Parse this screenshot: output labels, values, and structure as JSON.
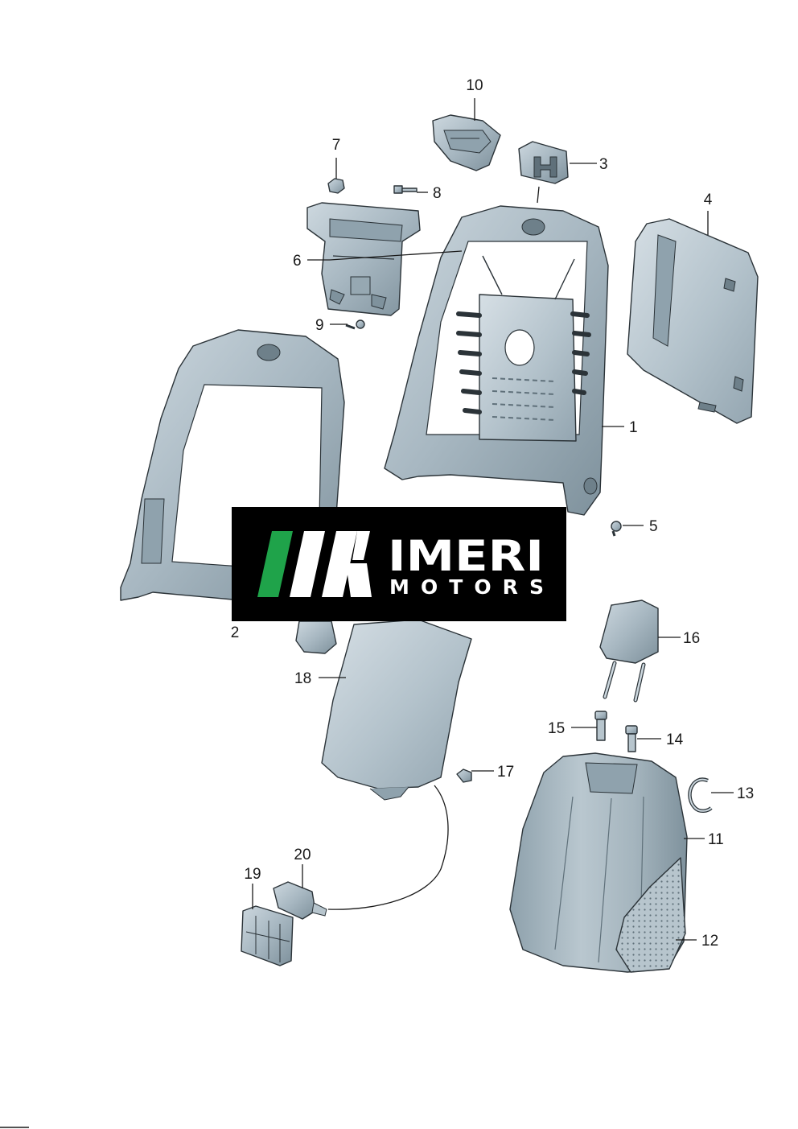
{
  "diagram": {
    "parts": [
      {
        "id": "1",
        "label": "1"
      },
      {
        "id": "2",
        "label": "2"
      },
      {
        "id": "3",
        "label": "3"
      },
      {
        "id": "4",
        "label": "4"
      },
      {
        "id": "5",
        "label": "5"
      },
      {
        "id": "6",
        "label": "6"
      },
      {
        "id": "7",
        "label": "7"
      },
      {
        "id": "8",
        "label": "8"
      },
      {
        "id": "9",
        "label": "9"
      },
      {
        "id": "10",
        "label": "10"
      },
      {
        "id": "11",
        "label": "11"
      },
      {
        "id": "12",
        "label": "12"
      },
      {
        "id": "13",
        "label": "13"
      },
      {
        "id": "14",
        "label": "14"
      },
      {
        "id": "15",
        "label": "15"
      },
      {
        "id": "16",
        "label": "16"
      },
      {
        "id": "17",
        "label": "17"
      },
      {
        "id": "18",
        "label": "18"
      },
      {
        "id": "19",
        "label": "19"
      },
      {
        "id": "20",
        "label": "20"
      }
    ]
  },
  "watermark": {
    "line1": "IMERI",
    "line2": "MOTORS",
    "colors": {
      "background": "#000000",
      "accent": "#1fa34a",
      "text": "#ffffff"
    }
  },
  "colors": {
    "part_fill": "#a9b9c3",
    "part_light": "#cfdae1",
    "part_dark": "#7f929d",
    "outline": "#2b3338"
  }
}
